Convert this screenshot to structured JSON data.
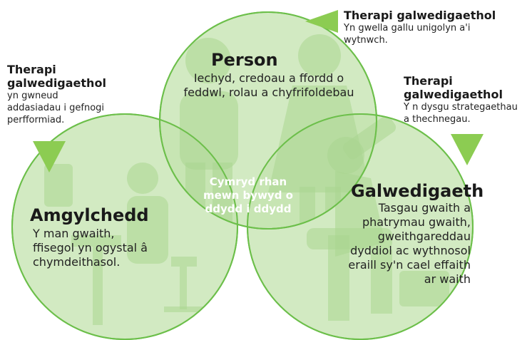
{
  "colors": {
    "circle_fill": "#c3e3ad",
    "circle_edge": "#6cbf4a",
    "overlap_fill": "#3aa848",
    "arrow": "#8ccc52",
    "silhouette": "#aad68f"
  },
  "icons": [
    "person-silhouettes-icon",
    "office-worker-icon",
    "welder-icon"
  ],
  "circles": {
    "person": {
      "title": "Person",
      "lines": [
        "Iechyd, credoau a ffordd o",
        "feddwl, rolau a chyfrifoldebau"
      ]
    },
    "environment": {
      "title": "Amgylchedd",
      "lines": [
        "Y man gwaith,",
        "ffisegol yn ogystal â",
        "chymdeithasol."
      ]
    },
    "occupation": {
      "title": "Galwedigaeth",
      "lines": [
        "Tasgau gwaith a",
        "phatrymau gwaith,",
        "gweithgareddau",
        "dyddiol ac wythnosol",
        "eraill sy'n cael effaith",
        "ar waith"
      ]
    }
  },
  "center": {
    "lines": [
      "Cymryd rhan",
      "mewn bywyd o",
      "ddydd i ddydd"
    ]
  },
  "notes": {
    "top_right": {
      "title": "Therapi galwedigaethol",
      "lines": [
        "Yn gwella gallu unigolyn a'i",
        "wytnwch."
      ]
    },
    "left": {
      "title_lines": [
        "Therapi",
        "galwedigaethol"
      ],
      "lines": [
        "yn gwneud",
        "addasiadau i gefnogi",
        "perfformiad."
      ]
    },
    "right": {
      "title_lines": [
        "Therapi",
        "galwedigaethol"
      ],
      "lines": [
        "Y n dysgu strategaethau",
        "a thechnegau."
      ]
    }
  }
}
